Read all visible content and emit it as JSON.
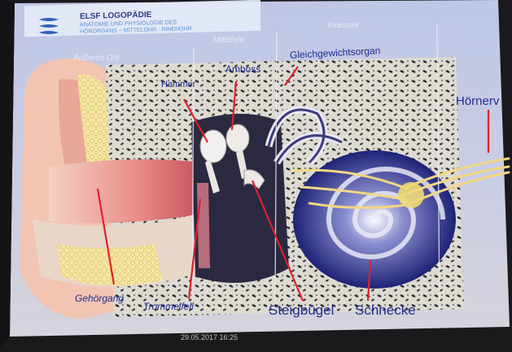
{
  "header": {
    "line1": "ELSF LOGOPÄDIE",
    "line2": "ANATOMIE UND PHYSIOLOGIE DES",
    "line3": "HÖRORGANS – MITTELOHR · INNENOHR"
  },
  "sections": {
    "outer": "Äußeres Ohr",
    "middle": "Mittelohr",
    "inner": "Innenohr"
  },
  "labels": {
    "hammer": "Hammer",
    "amboss": "Amboss",
    "gleichgewicht": "Gleichgewichtsorgan",
    "hoernerv": "Hörnerv",
    "gehoergang": "Gehörgang",
    "trommelfell": "Trommelfell",
    "steigbuegel": "Steigbügel",
    "schnecke": "Schnecke"
  },
  "timestamp": "29.05.2017 16:25",
  "colors": {
    "label_text": "#1d2c8c",
    "leader_line": "#e0202c",
    "skin": "#f0b8a2",
    "bone": "#d8d4c8",
    "cochlea": "#2a2f8a",
    "nerve": "#f0d070"
  }
}
